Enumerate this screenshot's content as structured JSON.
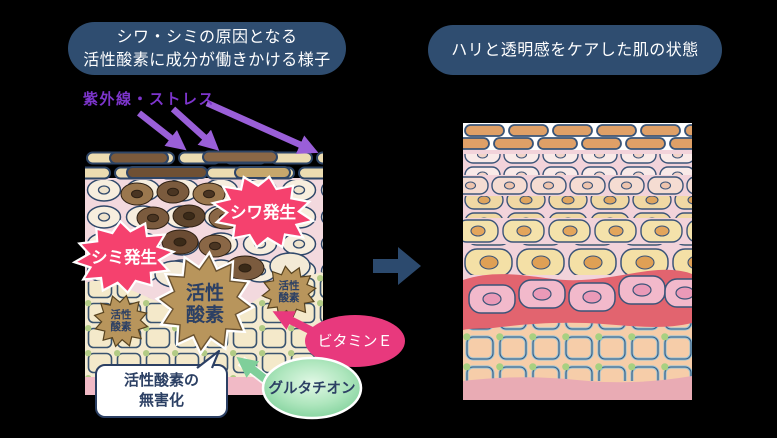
{
  "left_panel": {
    "title_line1": "シワ・シミの原因となる",
    "title_line2": "活性酸素に成分が働きかける様子",
    "stress_label": "紫外線・ストレス",
    "wrinkle_label": "シワ発生",
    "spot_label": "シミ発生",
    "active_oxygen_line1": "活性",
    "active_oxygen_line2": "酸素",
    "vitamin_e_label": "ビタミンＥ",
    "glutathione_label": "グルタチオン",
    "detox_line1": "活性酸素の",
    "detox_line2": "無害化"
  },
  "right_panel": {
    "title": "ハリと透明感をケアした肌の状態"
  },
  "colors": {
    "background": "#000000",
    "title_box_bg": "#2f4d70",
    "stress_purple": "#7d35cc",
    "arrow_purple": "#9a5fd8",
    "starburst_pink": "#f5416e",
    "starburst_tan": "#b8955c",
    "vitamin_e_pink": "#e8397d",
    "glutathione_green": "#7ccf98",
    "navy": "#2c4064",
    "transition_arrow_navy": "#2c4a6e"
  }
}
